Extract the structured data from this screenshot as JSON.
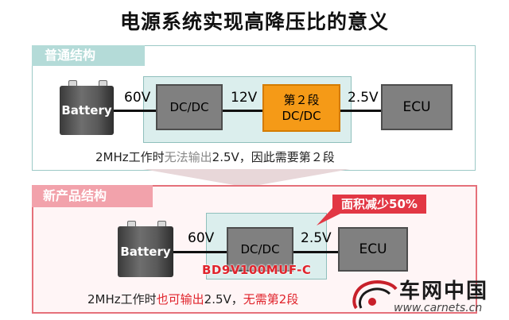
{
  "title": "电源系统实现高降压比的意义",
  "top": {
    "tab": "普通结构",
    "battery": "Battery",
    "v_in": "60V",
    "dcdc1": "DC/DC",
    "v_mid": "12V",
    "stage2_line1": "第２段",
    "stage2_line2": "DC/DC",
    "v_out": "2.5V",
    "ecu": "ECU",
    "note_part1": "2MHz工作时",
    "note_part2": "无法输出",
    "note_part3": "2.5V，因此需要第２段"
  },
  "bottom": {
    "tab": "新产品结构",
    "callout": "面积减少50%",
    "battery": "Battery",
    "v_in": "60V",
    "dcdc": "DC/DC",
    "v_out": "2.5V",
    "ecu": "ECU",
    "part_no": "BD9V100MUF-C",
    "note_part1": "2MHz工作时",
    "note_part2": "也可输出",
    "note_part3": "2.5V，",
    "note_part4": "无需第2段"
  },
  "logo": {
    "name": "车网中国",
    "url": "www.carnets.cn"
  },
  "colors": {
    "teal_border": "#9cc9c6",
    "teal_fill": "#dbeeed",
    "pink_border": "#e5707a",
    "orange": "#f59a17",
    "grey_box": "#808080",
    "red": "#e0242c"
  }
}
